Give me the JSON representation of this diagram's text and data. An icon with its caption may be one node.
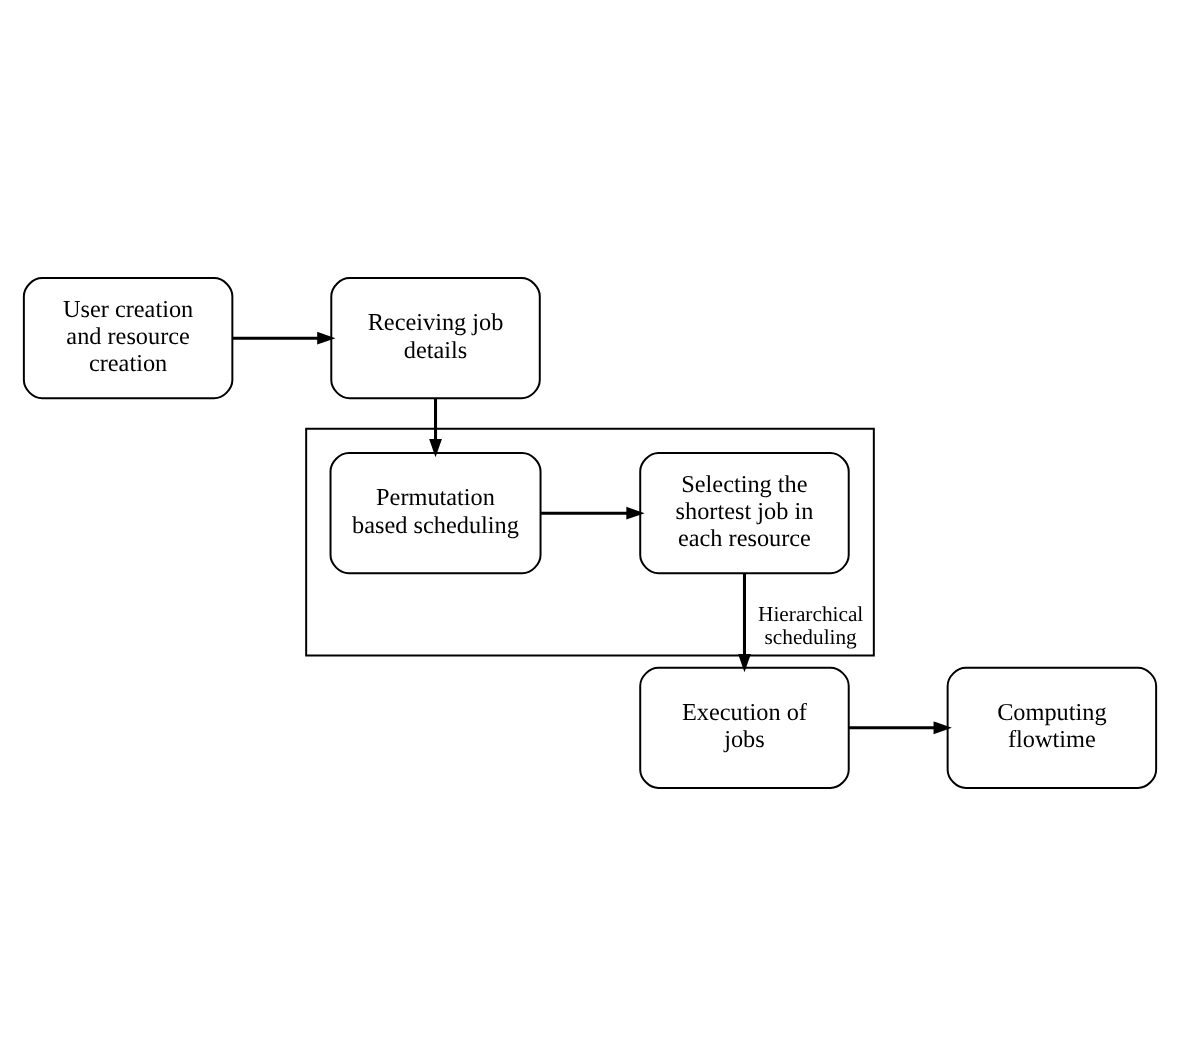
{
  "diagram": {
    "nodes": [
      {
        "text": [
          "User creation and resource creation"
        ]
      },
      {
        "text": [
          "Receiving job details"
        ]
      },
      {
        "text": [
          "Hierarchical scheduling"
        ]
      },
      {
        "text": [
          "Permutation based scheduling"
        ],
        "in": 2
      },
      {
        "text": [
          "Selecting the shortest job in each resource"
        ],
        "in": 2
      },
      {
        "text": [
          "Execution of jobs"
        ]
      },
      {
        "text": [
          "Computing flowtime"
        ]
      }
    ],
    "edges": [
      {
        "from": 0,
        "to": 1,
        "arrow": "to"
      },
      {
        "from": 1,
        "to": 3,
        "arrow": "to"
      },
      {
        "from": 3,
        "to": 4,
        "arrow": "to"
      },
      {
        "from": 4,
        "to": 5,
        "arrow": "to"
      },
      {
        "from": 5,
        "to": 6,
        "arrow": "to"
      }
    ]
  }
}
